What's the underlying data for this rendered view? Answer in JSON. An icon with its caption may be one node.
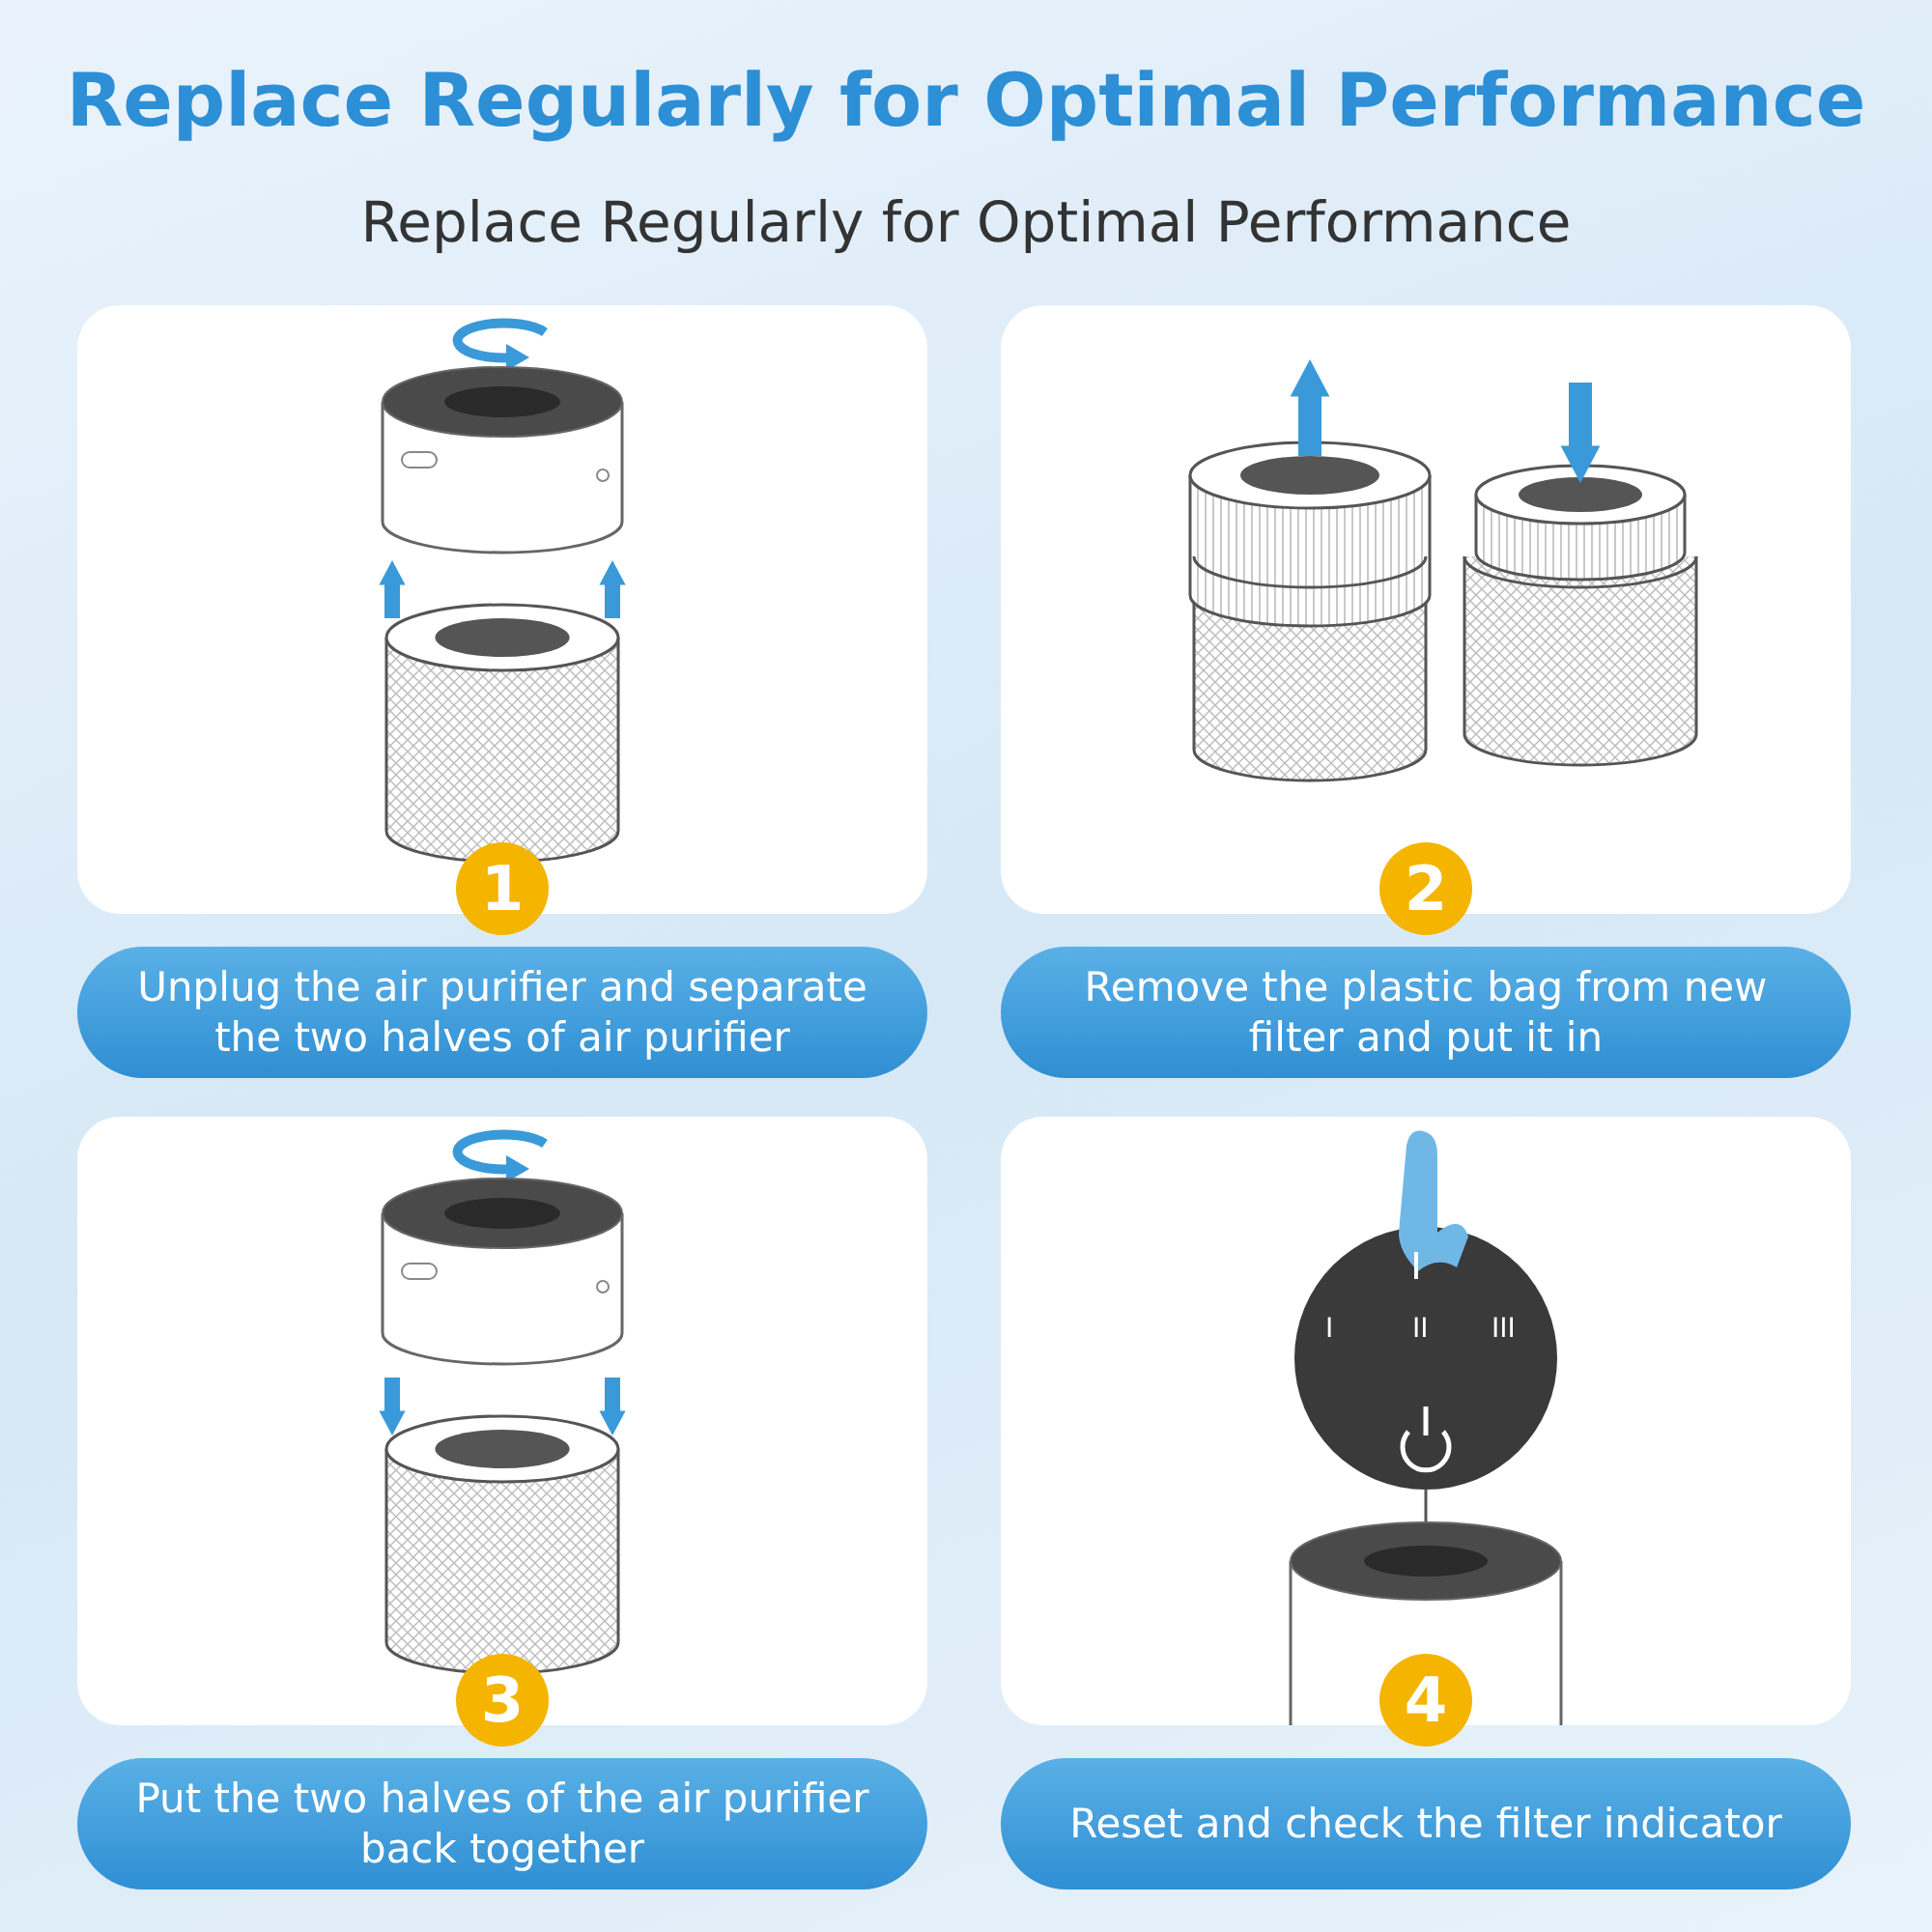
{
  "diagram": {
    "title": "Replace Regularly for Optimal Performance",
    "nodes": [
      {
        "text": [],
        "shape": "box"
      },
      {
        "text": [
          "1"
        ],
        "in": 0
      },
      {
        "text": [],
        "shape": "box"
      },
      {
        "text": [
          "2"
        ],
        "in": 2
      },
      {
        "text": [
          "Unplug the air purifier and separate the two halves of air purifier"
        ]
      },
      {
        "text": [
          "Remove the plastic bag from new filter and put it in"
        ]
      },
      {
        "text": [],
        "shape": "box"
      },
      {
        "text": [
          "3"
        ],
        "in": 6
      },
      {
        "text": [],
        "shape": "box"
      },
      {
        "text": [
          "4"
        ],
        "in": 8
      },
      {
        "text": [
          "Put the two halves of the air purifier back together"
        ]
      },
      {
        "text": [
          "Reset and check the filter indicator"
        ]
      }
    ],
    "edges": [],
    "labels": [
      "Replace Regularly for Optimal Performance",
      "I",
      "II",
      "III"
    ]
  }
}
